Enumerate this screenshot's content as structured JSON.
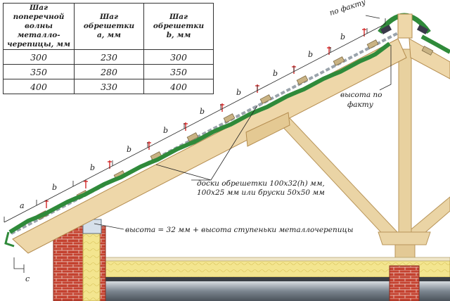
{
  "table": {
    "headers": [
      [
        "Шаг поперечной",
        "волны металло-",
        "черепицы, мм"
      ],
      [
        "Шаг обрешетки",
        "a, мм"
      ],
      [
        "Шаг обрешетки",
        "b, мм"
      ]
    ],
    "rows": [
      [
        "300",
        "230",
        "300"
      ],
      [
        "350",
        "280",
        "350"
      ],
      [
        "400",
        "330",
        "400"
      ]
    ]
  },
  "labels": {
    "by_fact_top": "по факту",
    "height_by_fact": [
      "высота по",
      "факту"
    ],
    "battens": [
      "доски обрешетки 100х32(h) мм,",
      "100х25 мм или бруски 50х50 мм"
    ],
    "height_formula": "высота = 32 мм + высота ступеньки металлочерепицы",
    "spacing_a": "a",
    "spacing_b": "b",
    "offset_c": "c"
  },
  "colors": {
    "tile_green": "#2f8a3a",
    "timber": "#e9d2a2",
    "timber_edge": "#b8955a",
    "brick": "#c0392b",
    "insulation": "#f2e48a",
    "screw_red": "#d01818"
  }
}
